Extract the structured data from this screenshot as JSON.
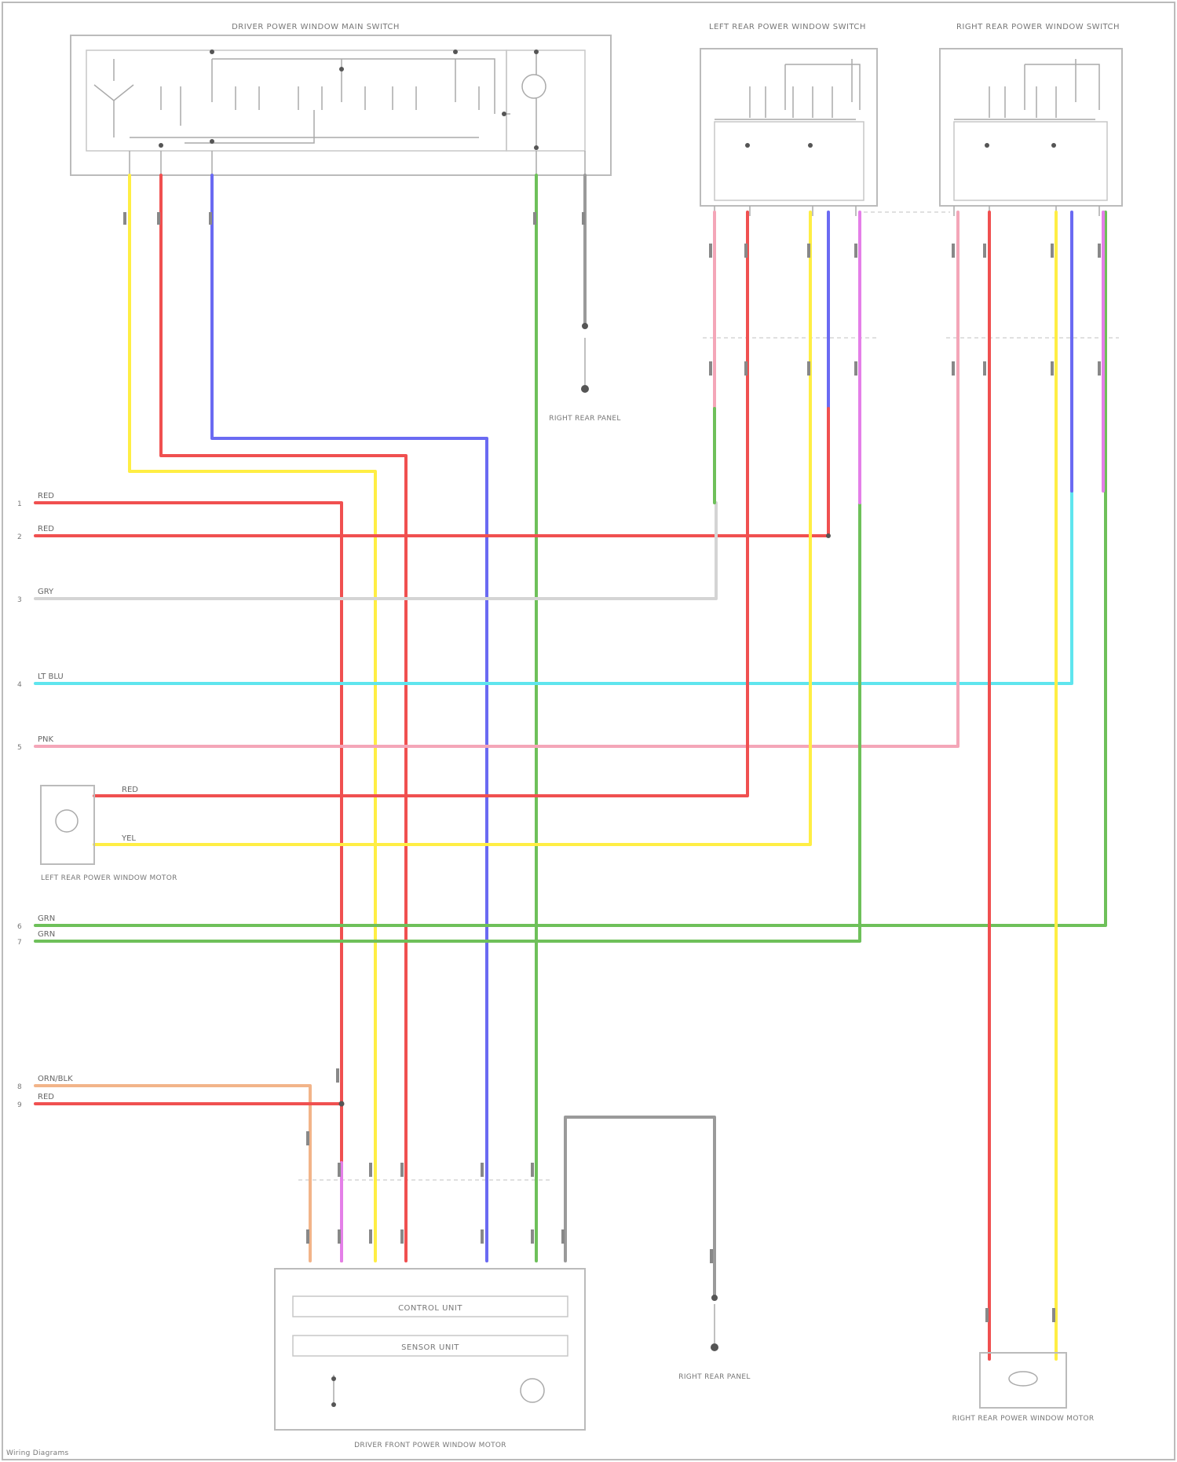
{
  "colors": {
    "yellow": "#ffee44",
    "red": "#f05050",
    "blue": "#6a6af2",
    "green": "#6ec05a",
    "gray": "#9a9a9a",
    "pink": "#f4a6b8",
    "cyan": "#5fe5ee",
    "magenta": "#e47fe8",
    "lightgray": "#d4d4d4",
    "orange": "#f2b489",
    "black": "#666666"
  },
  "components": {
    "driver_switch_title": "DRIVER POWER WINDOW MAIN SWITCH",
    "left_rear_switch_title": "LEFT REAR POWER WINDOW SWITCH",
    "right_rear_switch_title": "RIGHT REAR POWER WINDOW SWITCH",
    "left_motor_label": "LEFT REAR POWER WINDOW MOTOR",
    "right_motor_label": "RIGHT REAR POWER WINDOW MOTOR",
    "front_motor_label": "DRIVER FRONT POWER WINDOW MOTOR",
    "control_unit": "CONTROL UNIT",
    "sensor_unit": "SENSOR UNIT",
    "ground_1": "RIGHT REAR PANEL",
    "ground_2": "RIGHT REAR PANEL"
  },
  "left_edge_labels": [
    {
      "num": "1",
      "text": "RED"
    },
    {
      "num": "2",
      "text": "RED"
    },
    {
      "num": "3",
      "text": "GRY"
    },
    {
      "num": "4",
      "text": "LT BLU"
    },
    {
      "num": "5",
      "text": "PNK"
    },
    {
      "num": "6",
      "text": "GRN"
    },
    {
      "num": "7",
      "text": "GRN"
    },
    {
      "num": "8",
      "text": "ORN/BLK"
    },
    {
      "num": "9",
      "text": "RED"
    }
  ],
  "motor_wire_labels": {
    "red": "RED",
    "yel": "YEL"
  },
  "footer": "Wiring Diagrams"
}
